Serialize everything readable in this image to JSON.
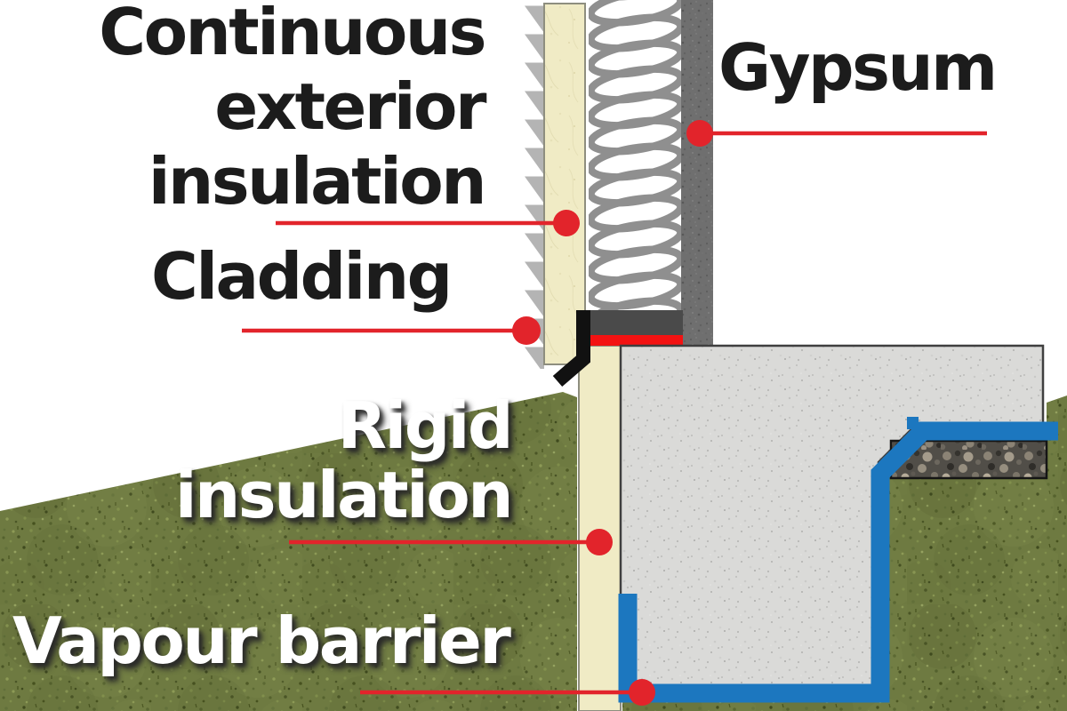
{
  "labels": {
    "continuous_exterior_insulation": {
      "line1": "Continuous",
      "line2": "exterior",
      "line3": "insulation"
    },
    "gypsum": "Gypsum",
    "cladding": "Cladding",
    "rigid_insulation": {
      "line1": "Rigid",
      "line2": "insulation"
    },
    "vapour_barrier": "Vapour barrier"
  },
  "colors": {
    "leader_red": "#e2242b",
    "label_black": "#1c1c1c",
    "label_white": "#ffffff",
    "vapour_blue": "#1c77bf",
    "insulation_cream": "#f0ebc5",
    "concrete_gray": "#dadad8",
    "gypsum_gray": "#6f6f6f",
    "cladding_gray": "#b4b4b4",
    "batt_gray": "#8f8f8f",
    "sill_dark": "#4a4a4a",
    "sill_red": "#f31212",
    "flashing_black": "#111111",
    "grass_green": "#6e7a41",
    "gravel_dark": "#514e48"
  }
}
